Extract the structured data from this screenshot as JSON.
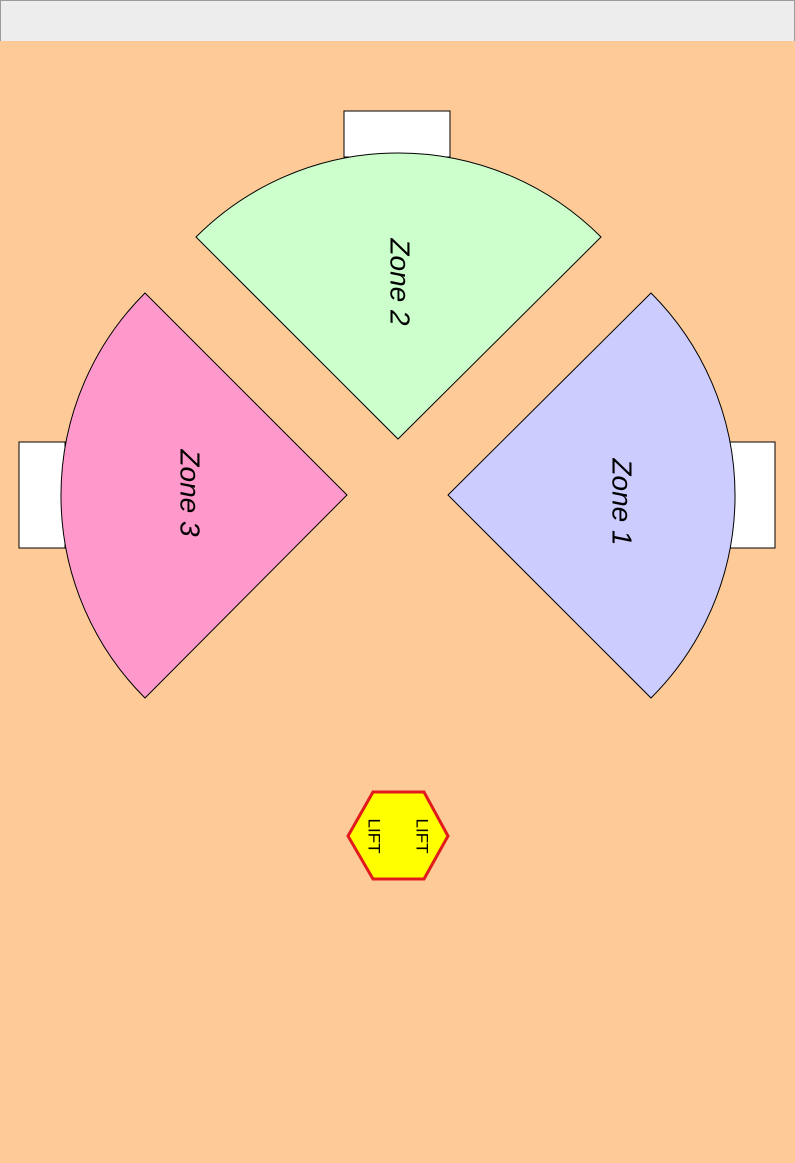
{
  "zones": [
    {
      "label": "Zone 1",
      "color": "#ccccff"
    },
    {
      "label": "Zone 2",
      "color": "#ccffcc"
    },
    {
      "label": "Zone 3",
      "color": "#ff99cc"
    }
  ],
  "lift": {
    "labels": [
      "LIFT",
      "LIFT"
    ],
    "fill": "#ffff00",
    "stroke": "#e11b1b"
  },
  "colors": {
    "background": "#fecb98",
    "toolbar": "#ededed",
    "door": "#ffffff"
  }
}
